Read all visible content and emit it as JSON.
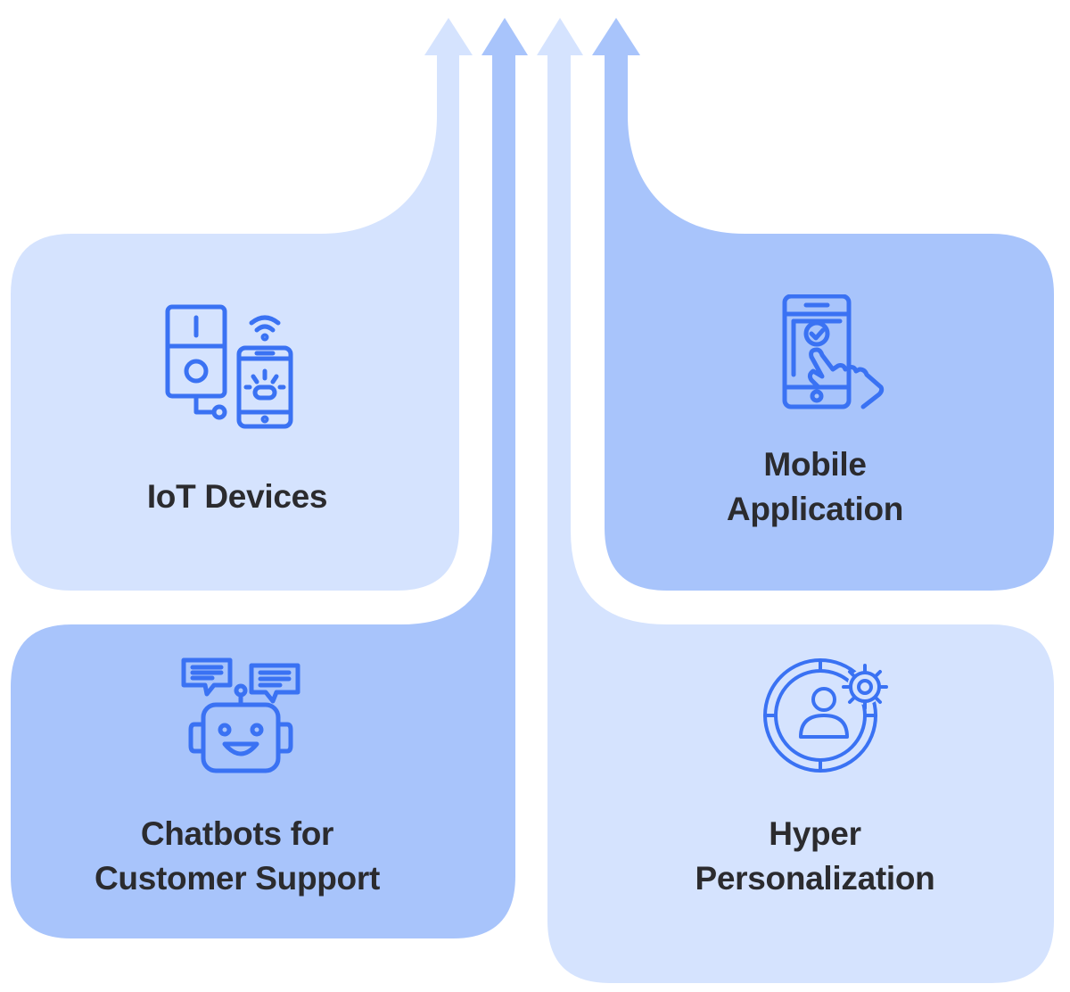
{
  "colors": {
    "light_fill": "#d5e3fe",
    "dark_fill": "#a8c4fb",
    "icon_stroke": "#3a72f3",
    "text": "#2b2b2e"
  },
  "cards": {
    "iot": {
      "line1": "IoT Devices",
      "icon": "iot-devices-icon"
    },
    "mobile": {
      "line1": "Mobile",
      "line2": "Application",
      "icon": "mobile-touch-icon"
    },
    "chatbots": {
      "line1": "Chatbots for",
      "line2": "Customer Support",
      "icon": "chatbot-icon"
    },
    "hyper": {
      "line1": "Hyper",
      "line2": "Personalization",
      "icon": "user-gear-icon"
    }
  }
}
